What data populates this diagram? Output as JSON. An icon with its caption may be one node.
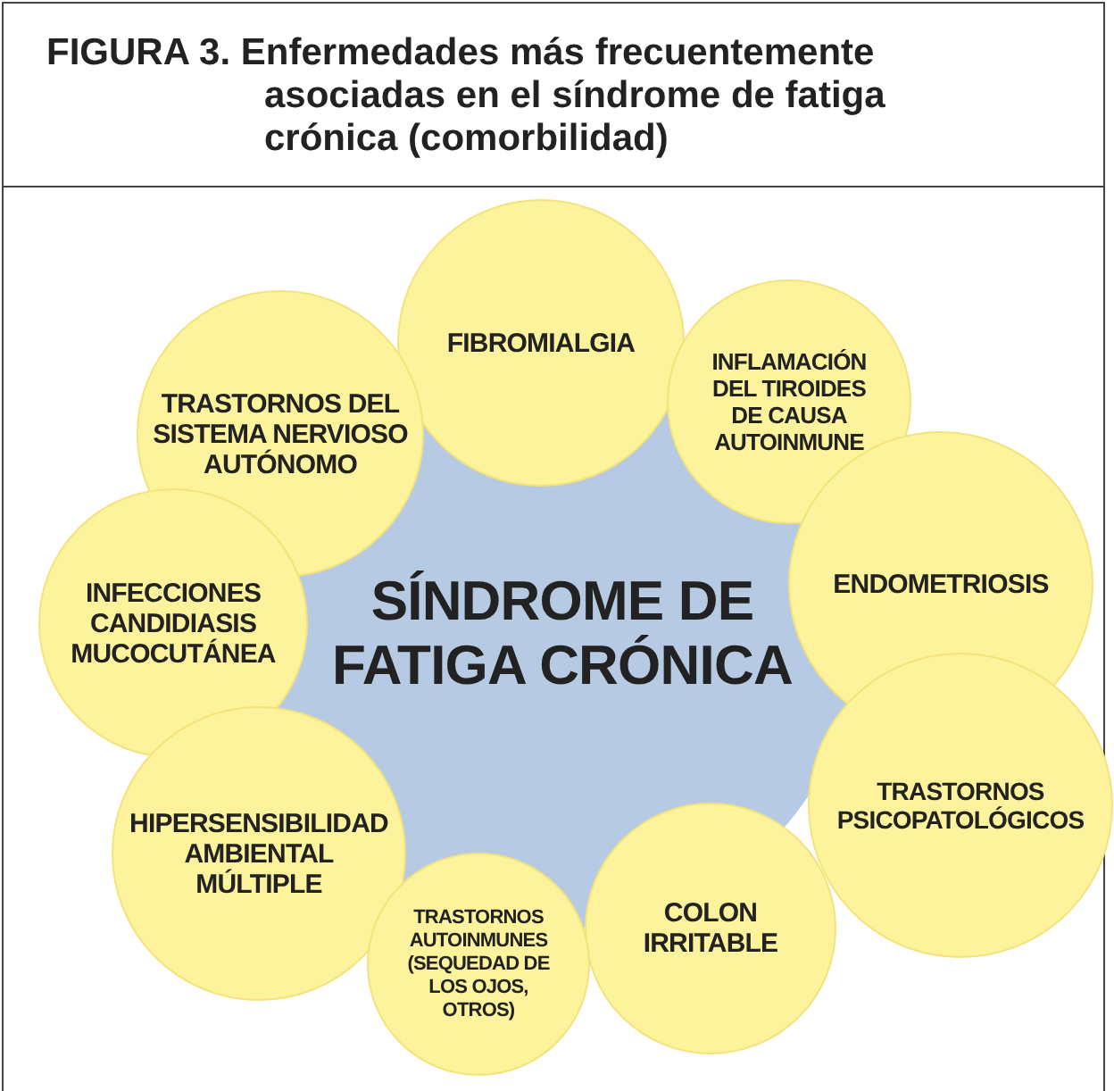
{
  "diagram": {
    "title": "FIGURA 3. Enfermedades más frecuentemente asociadas en el síndrome de fatiga crónica (comorbilidad)",
    "nodes": [
      {
        "text": [
          "FIBROMIALGIA"
        ]
      },
      {
        "text": [
          "INFLAMACIÓN DEL TIROIDES DE CAUSA AUTOINMUNE"
        ]
      },
      {
        "text": [
          "TRASTORNOS DEL SISTEMA NERVIOSO AUTÓNOMO"
        ]
      },
      {
        "text": [
          "ENDOMETRIOSIS"
        ]
      },
      {
        "text": [
          "INFECCIONES CANDIDIASIS MUCOCUTÁNEA"
        ]
      },
      {
        "text": [
          "SÍNDROME DE FATIGA CRÓNICA"
        ]
      },
      {
        "text": [
          "TRASTORNOS PSICOPATOLÓGICOS"
        ]
      },
      {
        "text": [
          "HIPERSENSIBILIDAD AMBIENTAL MÚLTIPLE"
        ]
      },
      {
        "text": [
          "COLON IRRITABLE"
        ]
      },
      {
        "text": [
          "TRASTORNOS AUTOINMUNES (SEQUEDAD DE LOS OJOS, OTROS)"
        ]
      }
    ]
  }
}
